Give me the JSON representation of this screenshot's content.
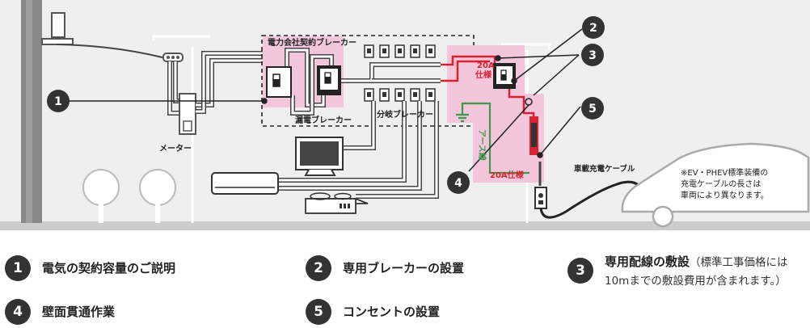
{
  "diagram": {
    "labels": {
      "power_company_breaker": "電力会社契約ブレーカー",
      "leakage_breaker": "漏電ブレーカー",
      "branch_breaker": "分岐ブレーカー",
      "meter": "メーター",
      "spec_20a_line1": "20A",
      "spec_20a_line2": "仕様",
      "spec_20a_outlet": "20A仕様",
      "earth_wire": "アース線",
      "vehicle_cable": "車載充電ケーブル",
      "ev_note_line1": "※EV・PHEV標準装備の",
      "ev_note_line2": "充電ケーブルの長さは",
      "ev_note_line3": "車両により異なります。"
    },
    "callouts": [
      "1",
      "2",
      "3",
      "4",
      "5"
    ],
    "colors": {
      "pink_highlight": "#f3c6dc",
      "red_wire": "#d8222f",
      "earth_wire": "#3a9a45",
      "callout": "#333333",
      "ground": "#cccccc"
    }
  },
  "legend": [
    {
      "num": "1",
      "text": "電気の契約容量のご説明"
    },
    {
      "num": "2",
      "text": "専用ブレーカーの設置"
    },
    {
      "num": "3",
      "text": "専用配線の敷設",
      "note_line1": "（標準工事価格には",
      "note_line2": "10mまでの敷設費用が含まれます。）"
    },
    {
      "num": "4",
      "text": "壁面貫通作業"
    },
    {
      "num": "5",
      "text": "コンセントの設置"
    }
  ]
}
